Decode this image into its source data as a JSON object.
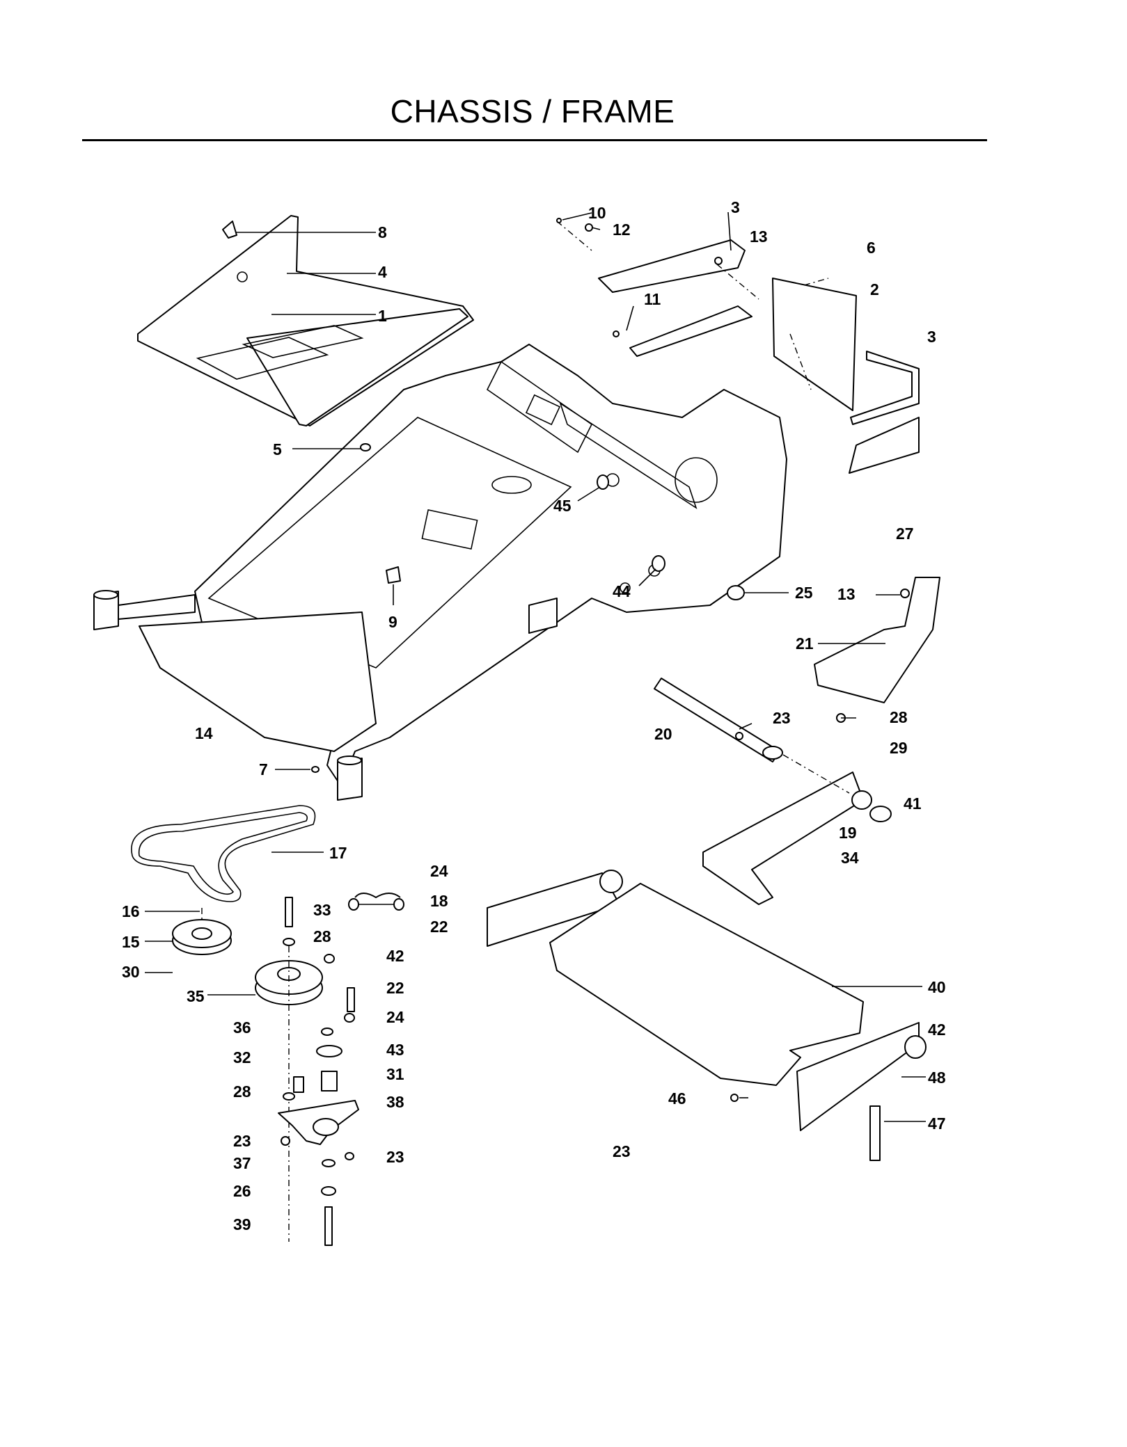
{
  "title": "CHASSIS / FRAME",
  "callouts": [
    "1",
    "2",
    "3",
    "3",
    "4",
    "5",
    "6",
    "7",
    "8",
    "9",
    "10",
    "11",
    "12",
    "13",
    "13",
    "14",
    "15",
    "16",
    "17",
    "18",
    "19",
    "20",
    "21",
    "22",
    "22",
    "23",
    "23",
    "23",
    "23",
    "24",
    "24",
    "25",
    "26",
    "27",
    "28",
    "28",
    "28",
    "29",
    "30",
    "31",
    "32",
    "33",
    "34",
    "35",
    "36",
    "37",
    "38",
    "39",
    "40",
    "41",
    "42",
    "42",
    "43",
    "44",
    "45",
    "46",
    "47",
    "48"
  ]
}
